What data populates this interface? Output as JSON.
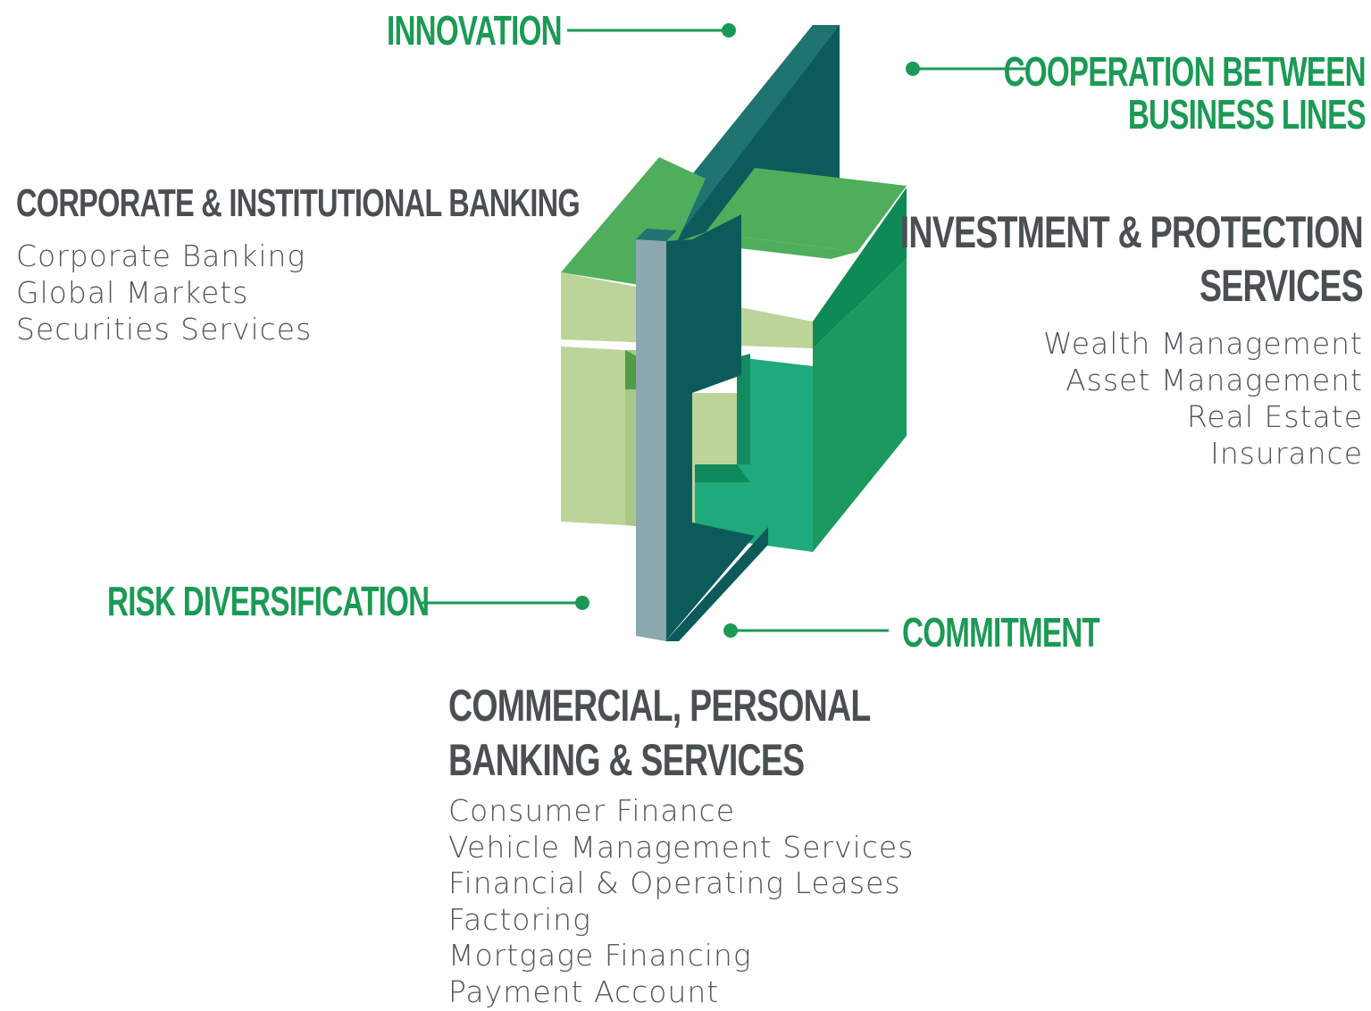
{
  "pillars": [
    {
      "id": "cib",
      "title": "CORPORATE & INSTITUTIONAL BANKING",
      "items": [
        "Corporate Banking",
        "Global Markets",
        "Securities Services"
      ]
    },
    {
      "id": "ips",
      "title_lines": [
        "INVESTMENT & PROTECTION",
        "SERVICES"
      ],
      "items": [
        "Wealth Management",
        "Asset Management",
        "Real Estate",
        "Insurance"
      ]
    },
    {
      "id": "cpbs",
      "title_lines": [
        "COMMERCIAL, PERSONAL",
        "BANKING & SERVICES"
      ],
      "items": [
        "Consumer Finance",
        "Vehicle Management Services",
        "Financial & Operating Leases",
        "Factoring",
        "Mortgage Financing",
        "Payment Account"
      ]
    }
  ],
  "values": {
    "innovation": "INNOVATION",
    "cooperation": [
      "COOPERATION BETWEEN",
      "BUSINESS LINES"
    ],
    "risk": "RISK DIVERSIFICATION",
    "commitment": "COMMITMENT"
  },
  "colors": {
    "value_green": "#1b9a55",
    "title_gray": "#4a4f52",
    "cube_light_green": "#bcd49a",
    "cube_mid_green": "#4fae5c",
    "cube_dark_green": "#18975a",
    "cube_teal_green": "#1faa7e",
    "panel_teal": "#0c5b5a",
    "panel_edge": "#8aa8ae"
  },
  "icons": [
    "connector-dot-icon"
  ]
}
